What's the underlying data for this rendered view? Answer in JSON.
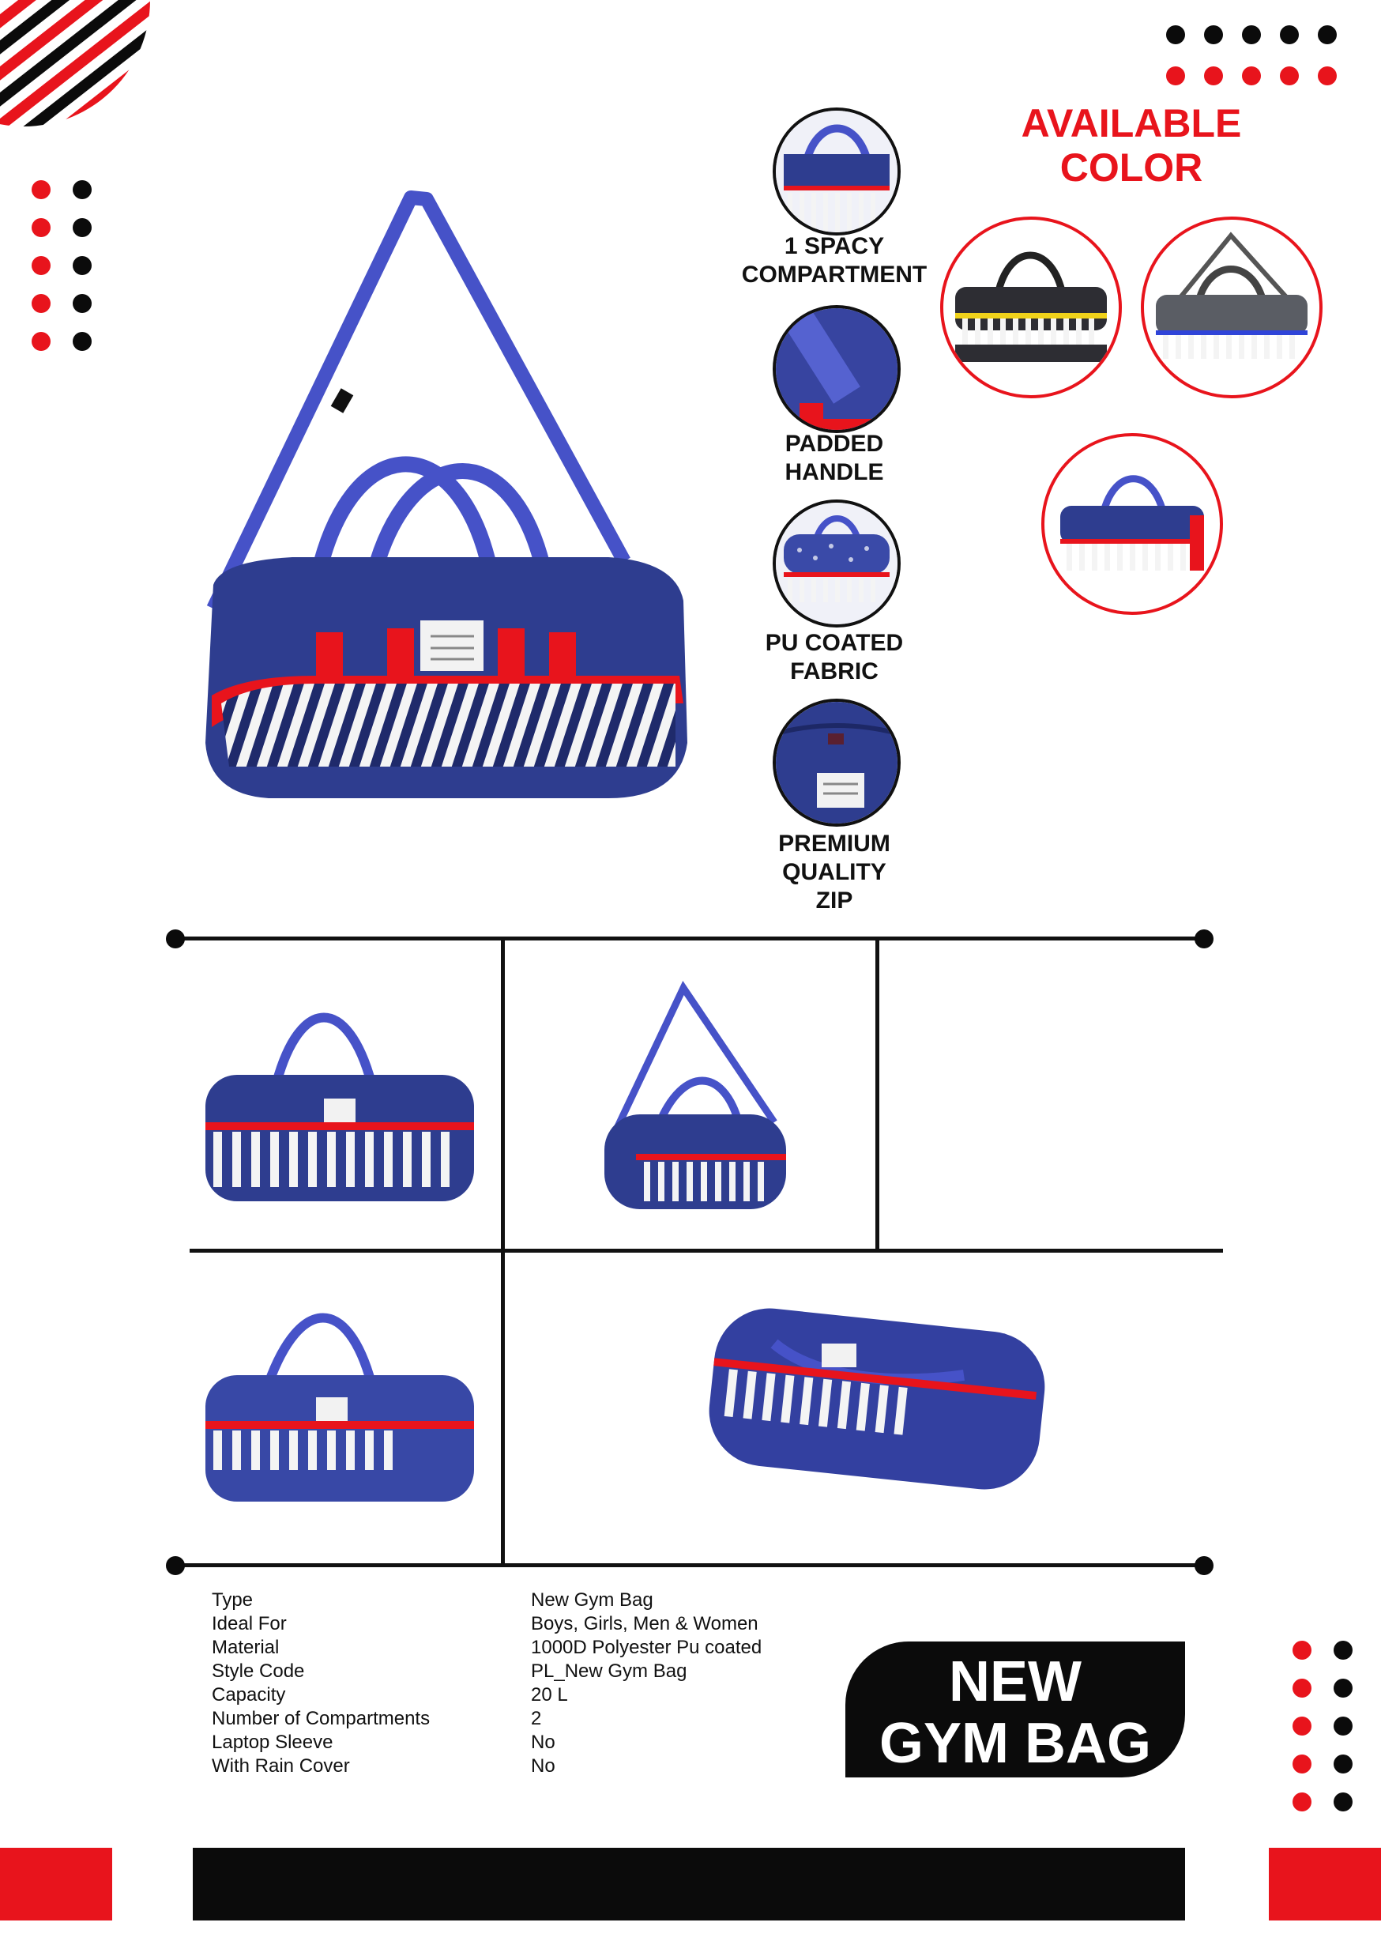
{
  "available_color": {
    "line1": "AVAILABLE",
    "line2": "COLOR"
  },
  "features": [
    {
      "line1": "1 SPACY",
      "line2": "COMPARTMENT",
      "line3": ""
    },
    {
      "line1": "PADDED",
      "line2": "HANDLE",
      "line3": ""
    },
    {
      "line1": "PU COATED",
      "line2": "FABRIC",
      "line3": ""
    },
    {
      "line1": "PREMIUM",
      "line2": "QUALITY",
      "line3": "ZIP"
    }
  ],
  "specs": [
    {
      "label": "Type",
      "value": "New Gym Bag"
    },
    {
      "label": "Ideal For",
      "value": "Boys, Girls, Men & Women"
    },
    {
      "label": "Material",
      "value": "1000D Polyester Pu coated"
    },
    {
      "label": "Style Code",
      "value": "PL_New Gym Bag"
    },
    {
      "label": "Capacity",
      "value": "20 L"
    },
    {
      "label": "Number of Compartments",
      "value": "2"
    },
    {
      "label": "Laptop Sleeve",
      "value": "No"
    },
    {
      "label": "With Rain Cover",
      "value": "No"
    }
  ],
  "product_title": {
    "line1": "NEW",
    "line2": "GYM BAG"
  },
  "colors": {
    "accent_red": "#e8141c",
    "black": "#0b0b0b",
    "bag_navy": "#2e3d8f",
    "strap_blue": "#4652c8"
  }
}
